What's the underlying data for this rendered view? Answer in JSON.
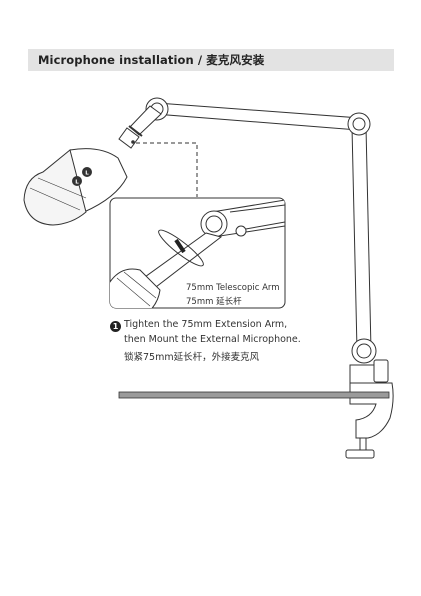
{
  "header": {
    "title": "Microphone installation / 麦克风安装"
  },
  "callout": {
    "line1": "75mm Telescopic Arm",
    "line2": "75mm 延长杆"
  },
  "step": {
    "number": "1",
    "line1": "Tighten the 75mm Extension Arm,",
    "line2": "then Mount the External Microphone.",
    "line3": "锁紧75mm延长杆，外接麦克风"
  },
  "microphone": {
    "badge_left": "L",
    "badge_right": "L"
  },
  "colors": {
    "header_bg": "#e3e3e3",
    "line": "#333333",
    "table": "#9a9a9a"
  }
}
